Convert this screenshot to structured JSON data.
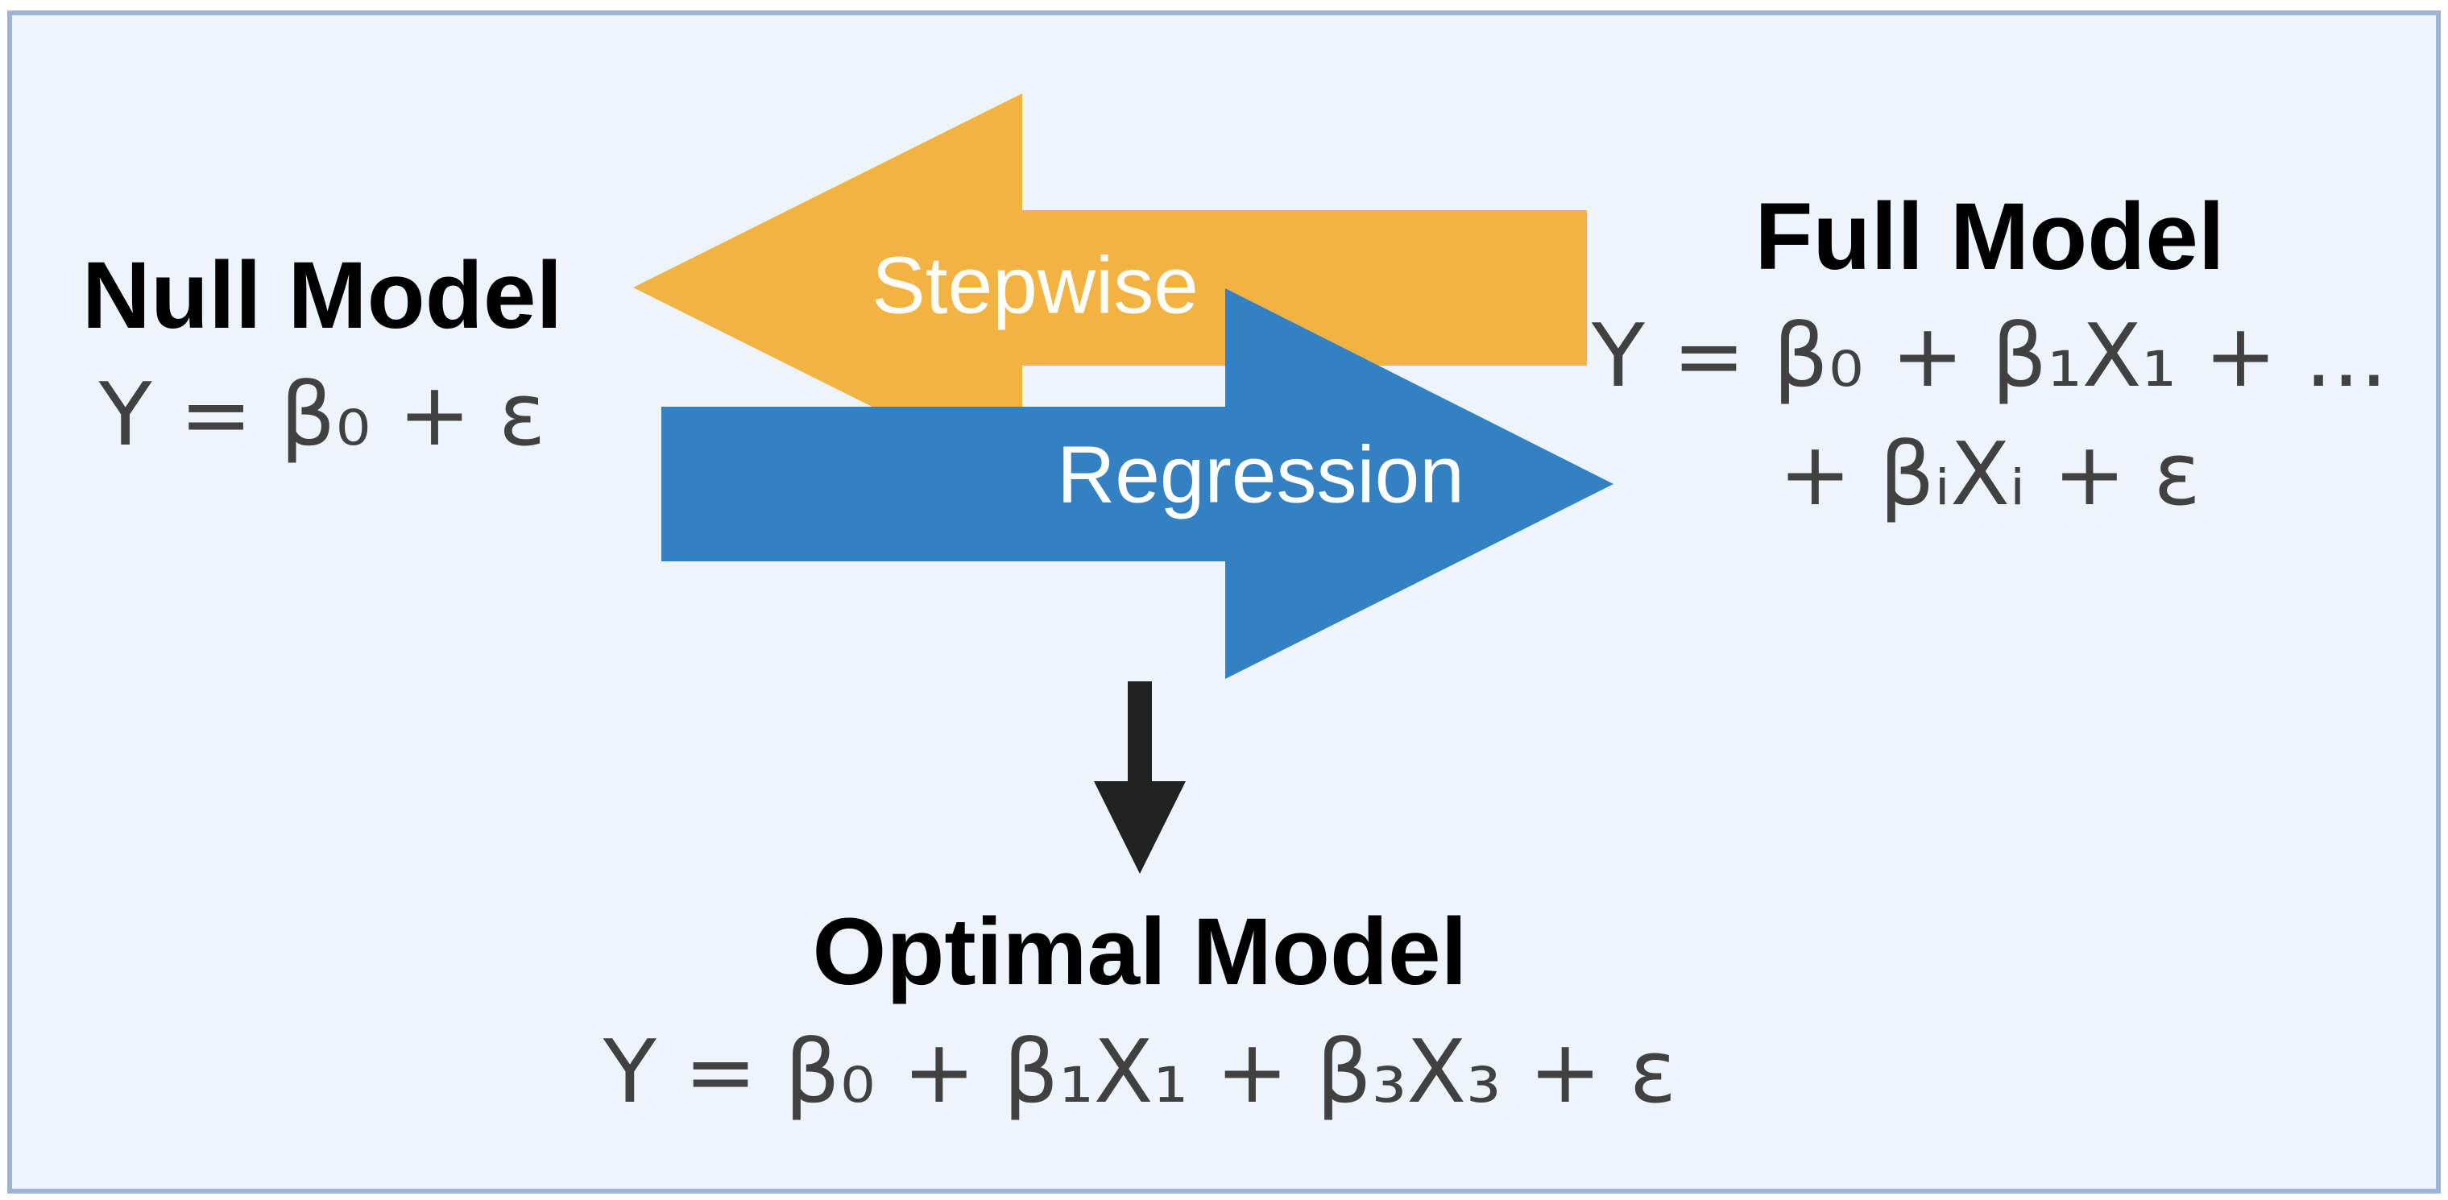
{
  "colors": {
    "background": "#edf4fc",
    "border": "#9fb3d4",
    "stepwise_arrow": "#f3b343",
    "regression_arrow": "#3380c3",
    "down_arrow": "#222222",
    "title_text": "#000000",
    "formula_text": "#414141",
    "arrow_text": "#ffffff"
  },
  "null_model": {
    "title": "Null Model",
    "formula": "Y = β₀ + ε"
  },
  "full_model": {
    "title": "Full Model",
    "formula_line1": "Y = β₀ + β₁X₁ + ...",
    "formula_line2": "+ βᵢXᵢ + ε"
  },
  "arrows": {
    "left_label": "Stepwise",
    "right_label": "Regression",
    "down_icon": "arrow-down-icon"
  },
  "optimal_model": {
    "title": "Optimal Model",
    "formula": "Y = β₀ + β₁X₁ + β₃X₃ + ε"
  }
}
